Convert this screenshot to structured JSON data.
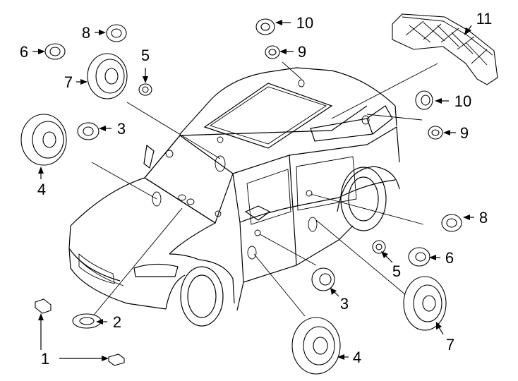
{
  "callouts": [
    {
      "id": "c1",
      "text": "1"
    },
    {
      "id": "c2",
      "text": "2"
    },
    {
      "id": "c3a",
      "text": "3"
    },
    {
      "id": "c3b",
      "text": "3"
    },
    {
      "id": "c4a",
      "text": "4"
    },
    {
      "id": "c4b",
      "text": "4"
    },
    {
      "id": "c5a",
      "text": "5"
    },
    {
      "id": "c5b",
      "text": "5"
    },
    {
      "id": "c6a",
      "text": "6"
    },
    {
      "id": "c6b",
      "text": "6"
    },
    {
      "id": "c7a",
      "text": "7"
    },
    {
      "id": "c7b",
      "text": "7"
    },
    {
      "id": "c8a",
      "text": "8"
    },
    {
      "id": "c8b",
      "text": "8"
    },
    {
      "id": "c9a",
      "text": "9"
    },
    {
      "id": "c9b",
      "text": "9"
    },
    {
      "id": "c10a",
      "text": "10"
    },
    {
      "id": "c10b",
      "text": "10"
    },
    {
      "id": "c11",
      "text": "11"
    }
  ],
  "icons": [
    "speaker-icon",
    "tweeter-icon",
    "subwoofer-icon",
    "amplifier-icon",
    "clip-icon",
    "nut-icon",
    "arrow-icon"
  ]
}
